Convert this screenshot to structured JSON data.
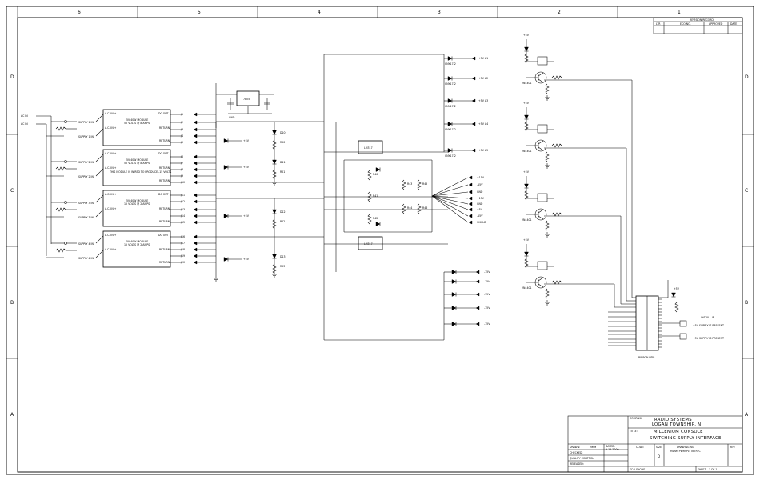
{
  "zones": {
    "columns": [
      "6",
      "5",
      "4",
      "3",
      "2",
      "1"
    ],
    "rows": [
      "D",
      "C",
      "B",
      "A"
    ]
  },
  "revision_block": {
    "title": "REVISION RECORD",
    "headers": [
      "LTR",
      "ECO NO.",
      "APPROVED",
      "DATE"
    ]
  },
  "title_block": {
    "company_label": "COMPANY:",
    "company_line1": "RADIO SYSTEMS",
    "company_line2": "LOGAN TOWNSHIP, NJ",
    "title_label": "TITLE:",
    "title_line1": "MILLENIUM CONSOLE",
    "title_line2": "SWITCHING SUPPLY INTERFACE",
    "drawn_label": "DRAWN:",
    "drawn_value": "MMM",
    "dated_label": "DATED:",
    "dated_value": "9-15-2000",
    "checked_label": "CHECKED:",
    "quality_label": "QUALITY CONTROL:",
    "released_label": "RELEASED:",
    "code_label": "CODE:",
    "size_label": "SIZE:",
    "size_value": "D",
    "drawing_no_label": "DRAWING NO.",
    "drawing_no_value": "MLNM PWRSPLY INTRFC",
    "rev_label": "REV:",
    "scale_label": "SCALE:",
    "scale_value": "NONE",
    "sheet_label": "SHEET:",
    "sheet_value": "1 OF 1"
  },
  "supply_modules": [
    {
      "name": "5V 40W MODULE",
      "rating": "5V VOLTS @ 8 AMPS",
      "ac_in": "A.C. IN +",
      "dc_out": "DC OUT",
      "return": "RETURN",
      "supply_label": "SUPPLY 1 IN"
    },
    {
      "name": "5V 40W MODULE",
      "rating": "5V VOLTS @ 8 AMPS",
      "ac_in": "A.C. IN +",
      "dc_out": "DC OUT",
      "return": "RETURN",
      "supply_label": "SUPPLY 2 IN",
      "note": "THIS MODULE IS WIRED TO PRODUCE -15 VOLTS"
    },
    {
      "name": "5V 40W MODULE",
      "rating": "15 VOLTS @ 2 AMPS",
      "ac_in": "A.C. IN +",
      "dc_out": "DC OUT",
      "return": "RETURN",
      "supply_label": "SUPPLY 3 IN"
    },
    {
      "name": "5V 40W MODULE",
      "rating": "15 VOLTS @ 2 AMPS",
      "ac_in": "A.C. IN +",
      "dc_out": "DC OUT",
      "return": "RETURN",
      "supply_label": "SUPPLY 4 IN"
    }
  ],
  "ac_inputs": [
    "AC IN",
    "AC IN"
  ],
  "component_labels": {
    "regulator": "7805",
    "gnd": "GND",
    "vcc": "+5V",
    "optos": "CNY17-2",
    "bridge": "LM317",
    "transistors": [
      "2N4401",
      "2N4401",
      "2N4401",
      "2N4401"
    ],
    "connector": "RIBBON HDR"
  },
  "outputs": {
    "upper": [
      "+5V A1",
      "+5V A2",
      "+5V A3",
      "+5V A4",
      "+5V A5"
    ],
    "middle": [
      "+15V",
      "-15V",
      "GND",
      "+15V",
      "GND",
      "+5V",
      "-15V",
      "SHIELD"
    ],
    "lower": [
      "-15V",
      "-15V",
      "-15V",
      "-15V",
      "-15V"
    ]
  },
  "right_notes": {
    "install": "INSTALL IF",
    "supply_present": "+5V SUPPLY IS PRESENT",
    "supply_present2": "+5V SUPPLY IS PRESENT"
  }
}
